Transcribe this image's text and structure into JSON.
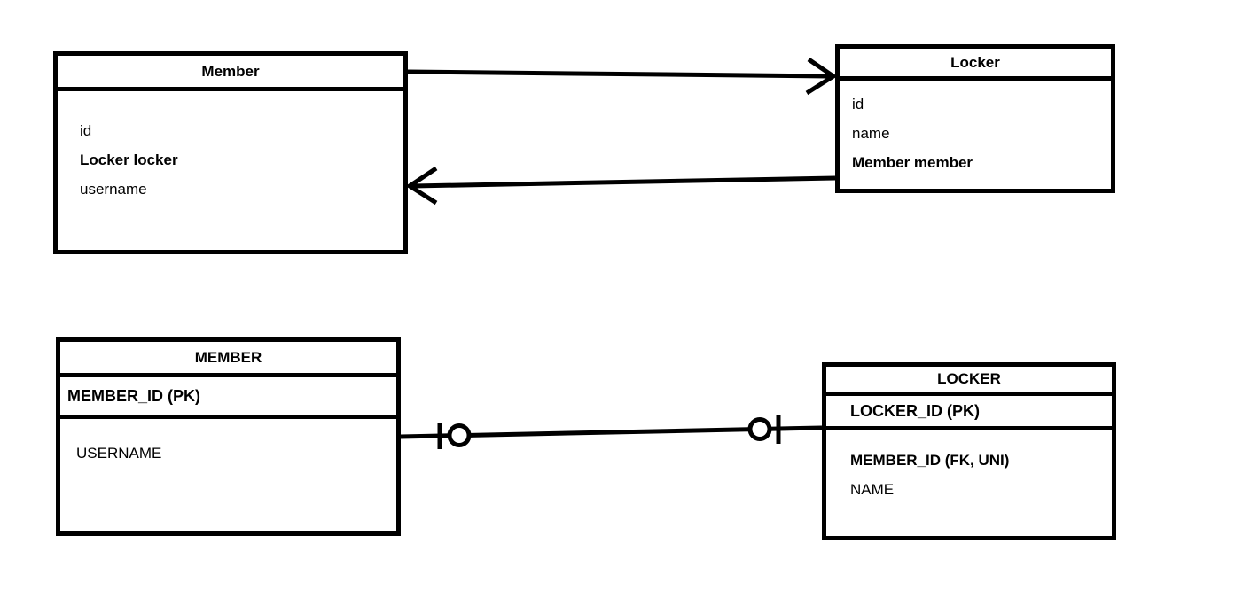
{
  "object_model": {
    "member_class": {
      "title": "Member",
      "fields": [
        {
          "label": "id"
        },
        {
          "label": "Locker locker"
        },
        {
          "label": "username"
        }
      ]
    },
    "locker_class": {
      "title": "Locker",
      "fields": [
        {
          "label": "id"
        },
        {
          "label": "name"
        },
        {
          "label": "Member member"
        }
      ]
    }
  },
  "table_model": {
    "member_table": {
      "title": "MEMBER",
      "primary_key": "MEMBER_ID (PK)",
      "columns": [
        "USERNAME"
      ]
    },
    "locker_table": {
      "title": "LOCKER",
      "primary_key": "LOCKER_ID (PK)",
      "columns": [
        "MEMBER_ID (FK, UNI)",
        "NAME"
      ]
    }
  },
  "colors": {
    "stroke": "#000000",
    "background": "#ffffff"
  }
}
